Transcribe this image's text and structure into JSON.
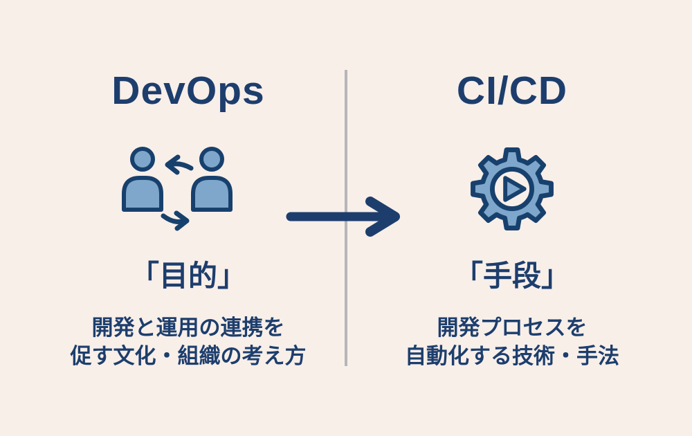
{
  "colors": {
    "bg": "#F8EFE9",
    "navy": "#1D3E6D",
    "icon-fill": "#7FA7CB",
    "icon-stroke": "#17406D",
    "divider": "#B4B6B9"
  },
  "left": {
    "title": "DevOps",
    "icon": "people-exchange-icon",
    "label": "「目的」",
    "description_line1": "開発と運用の連携を",
    "description_line2": "促す文化・組織の考え方"
  },
  "right": {
    "title": "CI/CD",
    "icon": "gear-play-icon",
    "label": "「手段」",
    "description_line1": "開発プロセスを",
    "description_line2": "自動化する技術・手法"
  },
  "center": {
    "arrow": "flow-arrow-right",
    "divider": "column-divider"
  }
}
